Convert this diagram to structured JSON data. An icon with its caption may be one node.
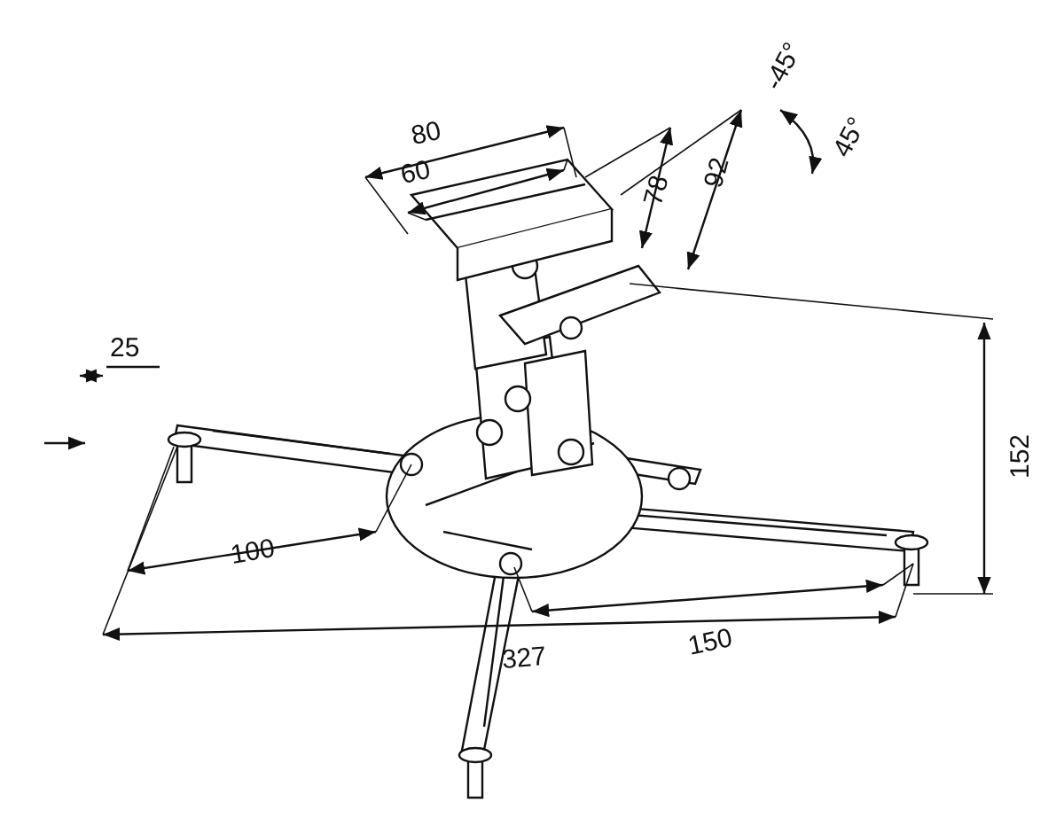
{
  "diagram": {
    "labels": [
      "80",
      "60",
      "78",
      "92",
      "-45°",
      "45°",
      "25",
      "152",
      "100",
      "150",
      "327"
    ]
  }
}
